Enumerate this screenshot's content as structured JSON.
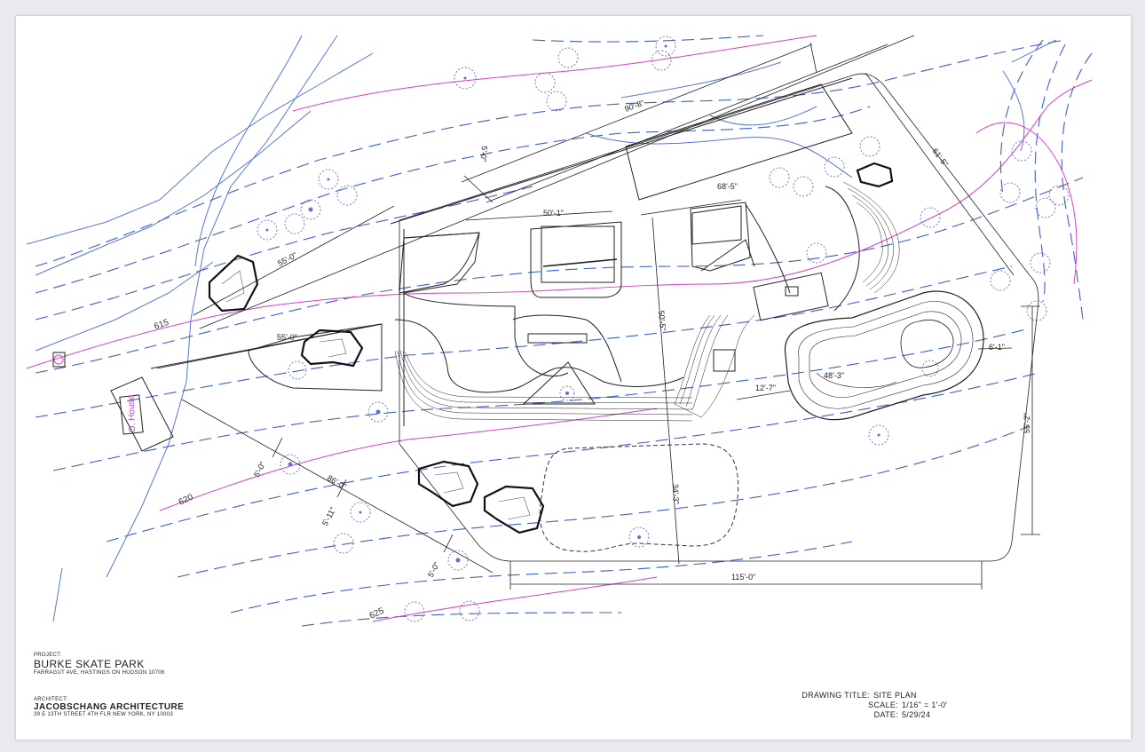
{
  "project": {
    "label": "PROJECT:",
    "name": "BURKE SKATE PARK",
    "address": "FARRAGUT AVE, HASTINGS ON HUDSON 10706"
  },
  "architect": {
    "label": "ARCHITECT:",
    "name": "JACOBSCHANG ARCHITECTURE",
    "address": "39 E 13th STREET 4th FLR    NEW YORK, NY  10003"
  },
  "drawing": {
    "title_label": "DRAWING TITLE:",
    "title": "SITE PLAN",
    "scale_label": "SCALE:",
    "scale": "1/16\" = 1'-0'",
    "date_label": "DATE:",
    "date": "5/29/24"
  },
  "dimensions": {
    "d90_8": "90'-8\"",
    "d61_5": "61'-5\"",
    "d50_1": "50'-1\"",
    "d68_5": "68'-5\"",
    "d55_0_top": "55'-0\"",
    "d55_0_mid": "55'-0\"",
    "d50_5": "50'-5\"",
    "d5_0_top": "5'-0\"",
    "d12_7": "12'-7\"",
    "d48_3": "48'-3\"",
    "d6_1": "6'-1\"",
    "d55_2": "55'-2\"",
    "d34_3": "34'-3\"",
    "d86_0": "86'-0\"",
    "d5_0_a": "5'-0\"",
    "d5_11": "5'-11\"",
    "d5_0_b": "5'-0\"",
    "d115_0": "115'-0\""
  },
  "contours": {
    "c615": "615",
    "c620": "620",
    "c625": "625"
  },
  "labels": {
    "house": "O. House"
  },
  "colors": {
    "contour_dash": "#3a5fd0",
    "contour_solid": "#5577d8",
    "property_line": "#d640c8",
    "tree": "#6a6ad8",
    "linework": "#222222",
    "sheet": "#ffffff",
    "background": "#e9e9ee"
  }
}
